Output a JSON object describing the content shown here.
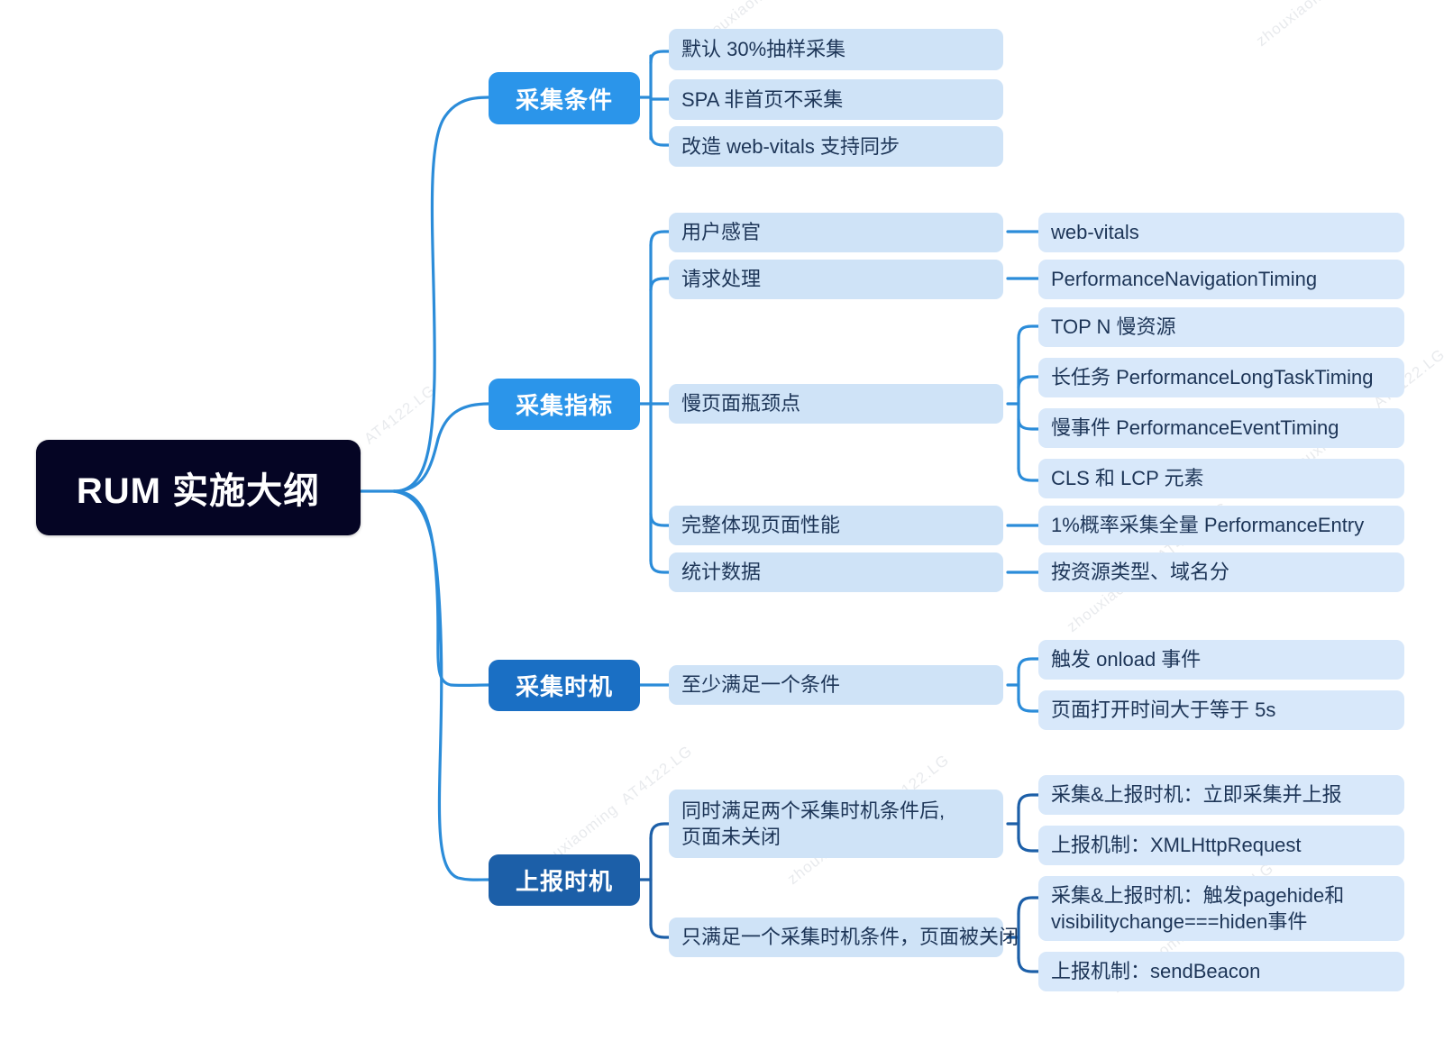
{
  "meta": {
    "title": "RUM 实施大纲",
    "watermark_text": "zhouxiaoming  AT4122.LG",
    "colors": {
      "root_bg": "#050524",
      "branch_blue_light": "#2b95ea",
      "branch_blue_mid": "#2086dd",
      "branch_blue_dark": "#1a6fc4",
      "branch_blue_darker": "#1c5fa8",
      "leaf_bg_level1": "#cfe3f7",
      "leaf_bg_level2": "#d8e8fa",
      "leaf_text": "#1d3557",
      "edge_stroke": "#2b8cd9",
      "edge_stroke_dark": "#1a5fa8"
    }
  },
  "root": {
    "label": "RUM 实施大纲"
  },
  "branches": [
    {
      "id": "collect-conditions",
      "label": "采集条件",
      "color": "#2b95ea",
      "children": [
        {
          "id": "sample-30",
          "label": "默认 30%抽样采集",
          "children": []
        },
        {
          "id": "spa-non-home",
          "label": "SPA 非首页不采集",
          "children": []
        },
        {
          "id": "web-vitals-sync",
          "label": "改造 web-vitals 支持同步",
          "children": []
        }
      ]
    },
    {
      "id": "collect-metrics",
      "label": "采集指标",
      "color": "#2b95ea",
      "children": [
        {
          "id": "user-perception",
          "label": "用户感官",
          "children": [
            {
              "id": "web-vitals",
              "label": "web-vitals"
            }
          ]
        },
        {
          "id": "request-processing",
          "label": "请求处理",
          "children": [
            {
              "id": "perf-nav-timing",
              "label": "PerformanceNavigationTiming"
            }
          ]
        },
        {
          "id": "slow-page-bottleneck",
          "label": "慢页面瓶颈点",
          "children": [
            {
              "id": "top-n-slow-res",
              "label": "TOP N 慢资源"
            },
            {
              "id": "long-task",
              "label": "长任务 PerformanceLongTaskTiming"
            },
            {
              "id": "slow-event",
              "label": "慢事件 PerformanceEventTiming"
            },
            {
              "id": "cls-lcp-element",
              "label": "CLS 和 LCP 元素"
            }
          ]
        },
        {
          "id": "full-page-performance",
          "label": "完整体现页面性能",
          "children": [
            {
              "id": "one-percent-full",
              "label": "1%概率采集全量 PerformanceEntry"
            }
          ]
        },
        {
          "id": "statistics-data",
          "label": "统计数据",
          "children": [
            {
              "id": "by-res-type-domain",
              "label": "按资源类型、域名分"
            }
          ]
        }
      ]
    },
    {
      "id": "collect-timing",
      "label": "采集时机",
      "color": "#1a6fc4",
      "children": [
        {
          "id": "at-least-one-condition",
          "label": "至少满足一个条件",
          "children": [
            {
              "id": "onload-event",
              "label": "触发 onload 事件"
            },
            {
              "id": "page-open-5s",
              "label": "页面打开时间大于等于 5s"
            }
          ]
        }
      ]
    },
    {
      "id": "report-timing",
      "label": "上报时机",
      "color": "#1c5fa8",
      "children": [
        {
          "id": "both-conditions-page-open",
          "label": "同时满足两个采集时机条件后,\n页面未关闭",
          "children": [
            {
              "id": "immediate-collect-report",
              "label": "采集&上报时机：立即采集并上报"
            },
            {
              "id": "report-xhr",
              "label": "上报机制：XMLHttpRequest"
            }
          ]
        },
        {
          "id": "one-condition-page-closed",
          "label": "只满足一个采集时机条件，页面被关闭",
          "children": [
            {
              "id": "pagehide-visibilitychange",
              "label": "采集&上报时机：触发pagehide和\nvisibilitychange===hiden事件"
            },
            {
              "id": "report-sendbeacon",
              "label": "上报机制：sendBeacon"
            }
          ]
        }
      ]
    }
  ]
}
